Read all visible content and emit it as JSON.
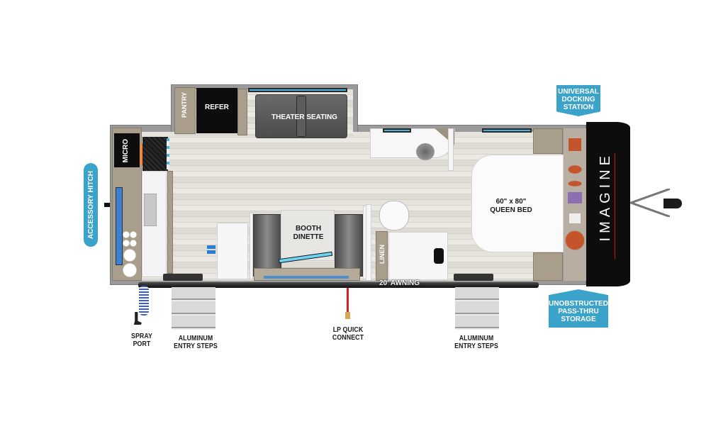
{
  "floorplan": {
    "brand": "IMAGINE",
    "rooms": {
      "pantry": "PANTRY",
      "refer": "REFER",
      "theater_seating": "THEATER SEATING",
      "micro": "MICRO",
      "booth_dinette": "BOOTH\nDINETTE",
      "booth_dinette_line1": "BOOTH",
      "booth_dinette_line2": "DINETTE",
      "linen": "LINEN",
      "queen_bed_line1": "60\" x 80\"",
      "queen_bed_line2": "QUEEN BED",
      "awning": "20' AWNING"
    },
    "callouts": {
      "universal_docking": [
        "UNIVERSAL",
        "DOCKING",
        "STATION"
      ],
      "pass_thru": [
        "UNOBSTRUCTED",
        "PASS-THRU",
        "STORAGE"
      ],
      "accessory_hitch": "ACCESSORY HITCH"
    },
    "exterior_labels": {
      "spray_port": [
        "SPRAY",
        "PORT"
      ],
      "entry_steps_1": [
        "ALUMINUM",
        "ENTRY STEPS"
      ],
      "lp_quick_connect": [
        "LP QUICK",
        "CONNECT"
      ],
      "entry_steps_2": [
        "ALUMINUM",
        "ENTRY STEPS"
      ]
    },
    "colors": {
      "callout_blue": "#3ba3c9",
      "cap_black": "#0d0d0d",
      "window_blue": "#4ab2e0",
      "lp_line_red": "#d2232a",
      "spray_hose_blue": "#3b5bdc"
    }
  }
}
